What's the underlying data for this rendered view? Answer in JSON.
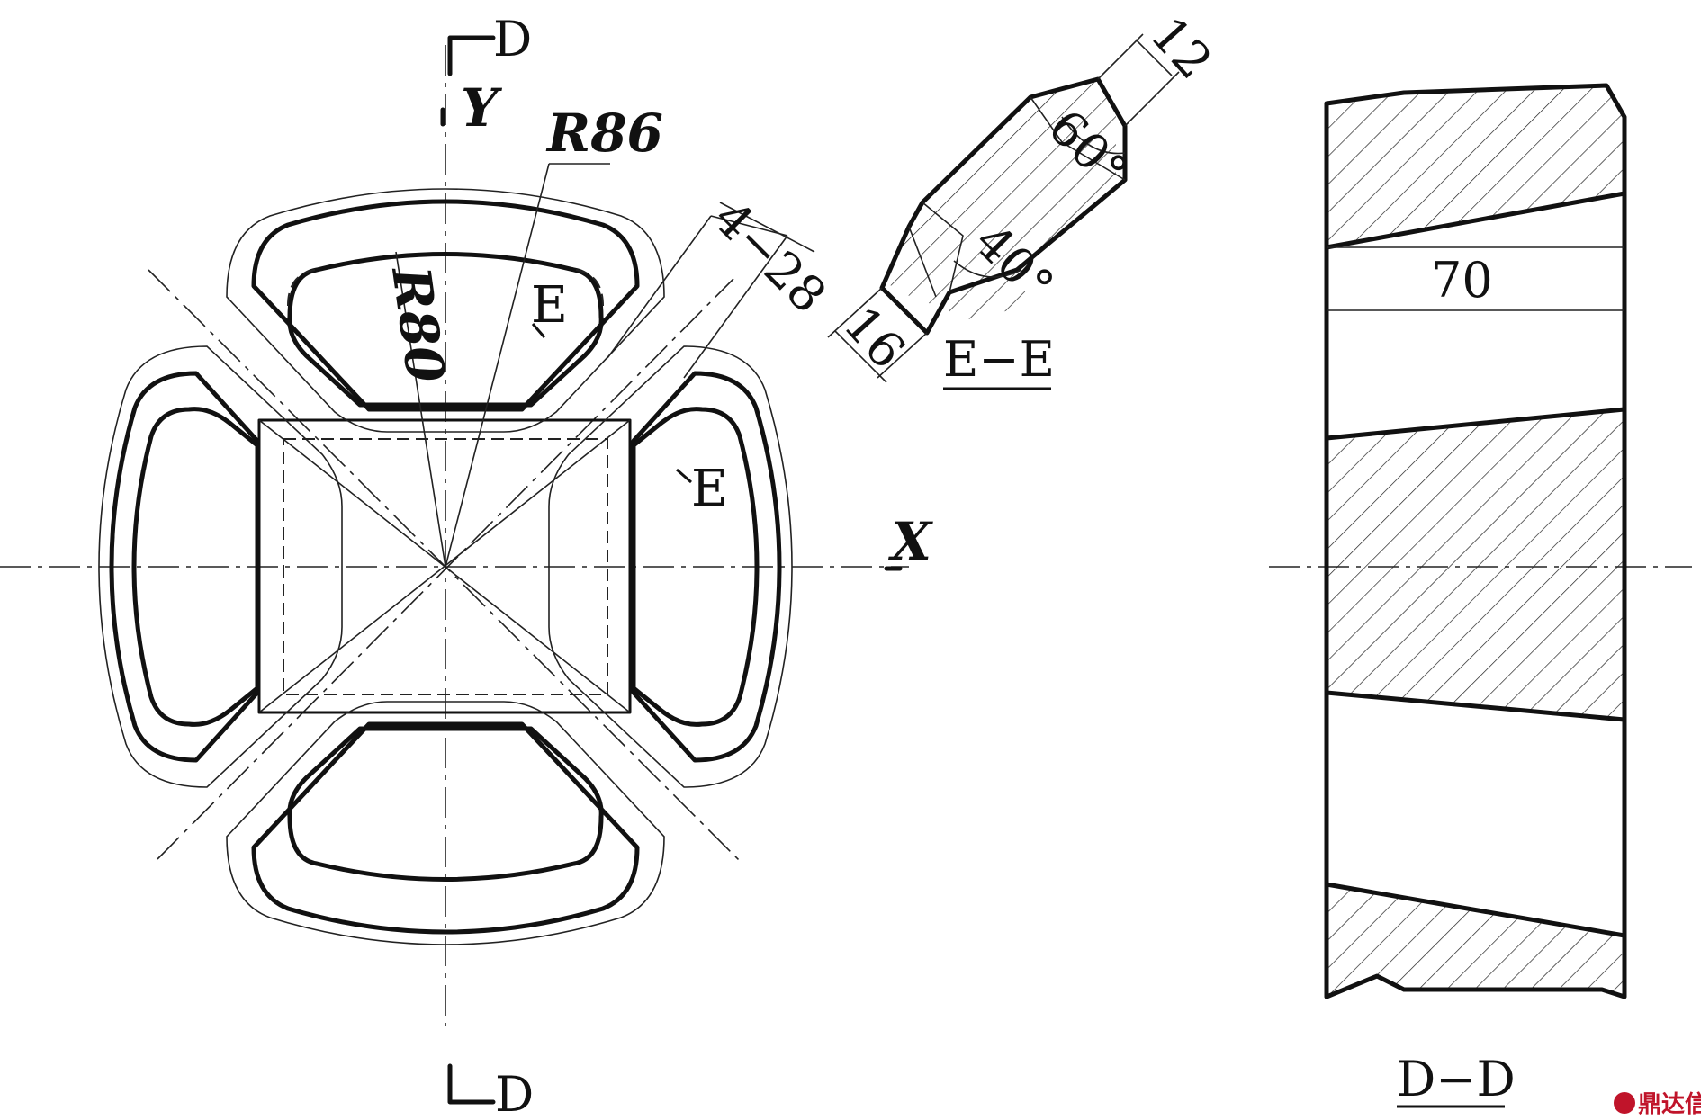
{
  "labels": {
    "section_marker": "D",
    "axis_y": "Y",
    "axis_x": "X",
    "radius_outer": "R86",
    "radius_inner": "R80",
    "slot_dim": "4−28",
    "detail_e": "E",
    "dim_12": "12",
    "angle_60": "60°",
    "angle_40": "40°",
    "dim_16": "16",
    "section_e_title": "E−E",
    "dim_70": "70",
    "section_d_title": "D−D"
  },
  "watermark": {
    "text": "鼎达信",
    "color": "#c0142a"
  }
}
